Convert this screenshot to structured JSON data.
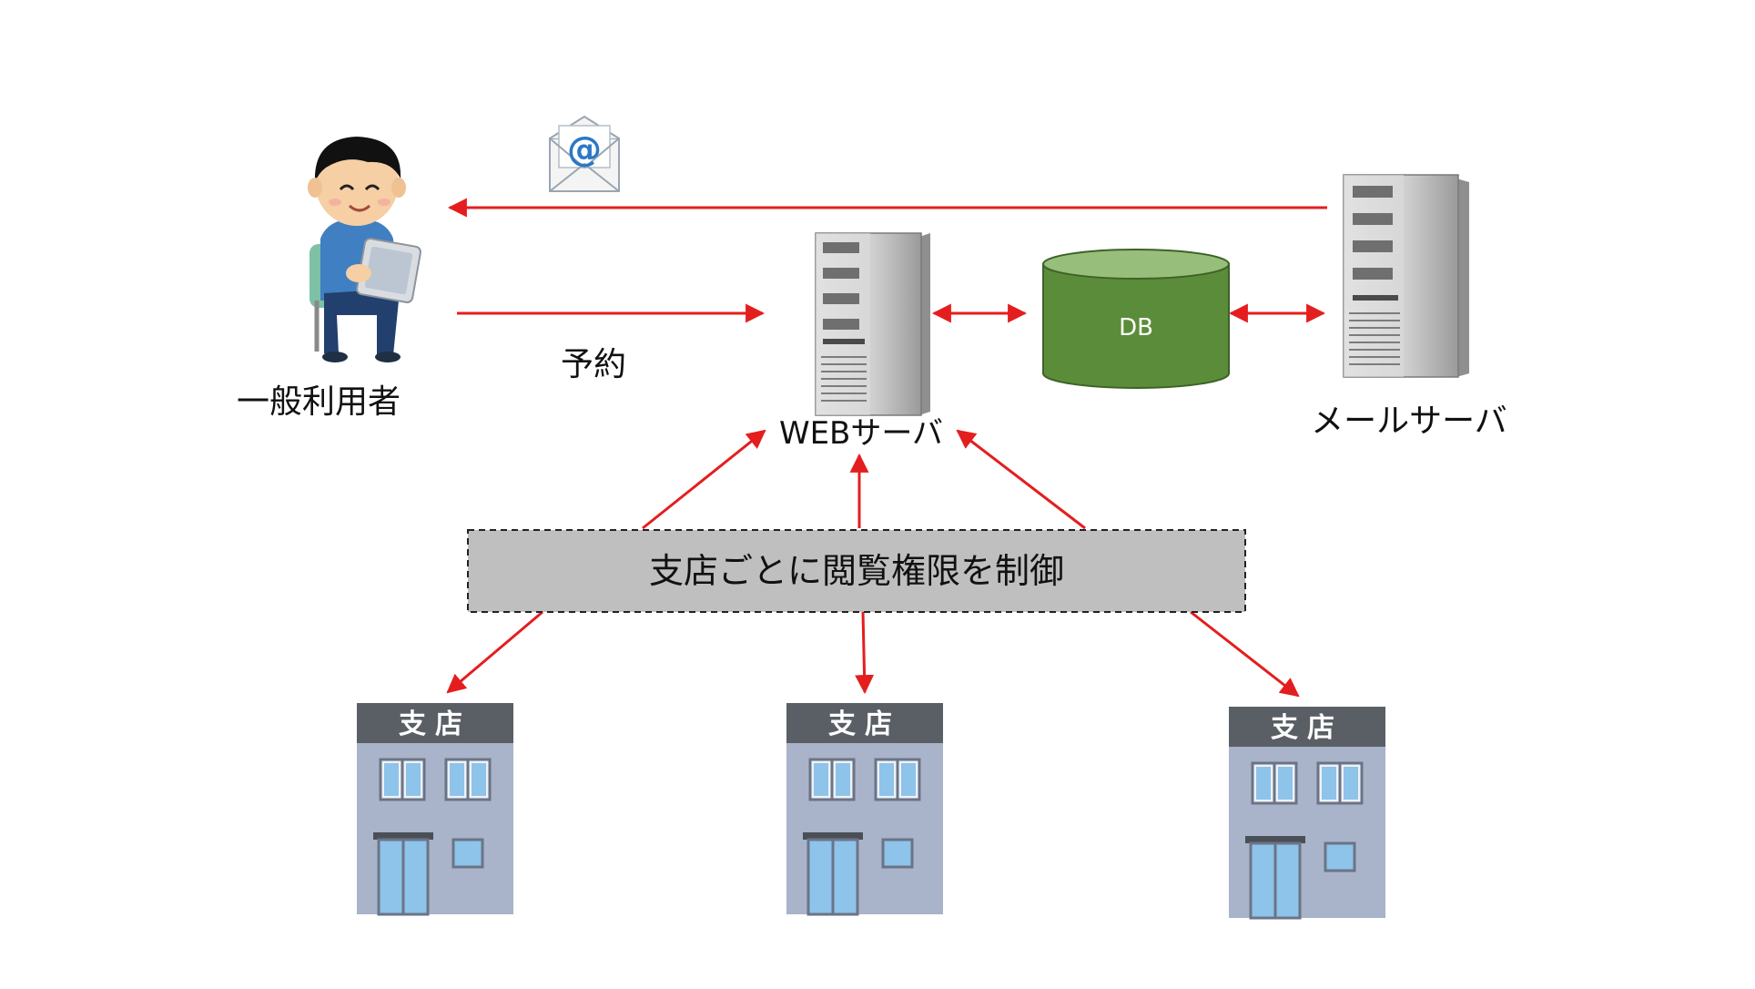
{
  "labels": {
    "user": "一般利用者",
    "reserve": "予約",
    "web_server": "WEBサーバ",
    "mail_server": "メールサーバ",
    "db": "DB",
    "control": "支店ごとに閲覧権限を制御"
  },
  "icons": {
    "email": "@",
    "branch_sign": "支店"
  },
  "colors": {
    "arrow": "#e41e1e",
    "db_fill": "#5b8c3a",
    "db_top": "#98be7c",
    "control_fill": "#bfbfbf",
    "building_body": "#a9b3c9",
    "building_roof": "#5a5f66",
    "window": "#8ec3ea",
    "server_body": "#c9c9c9"
  }
}
